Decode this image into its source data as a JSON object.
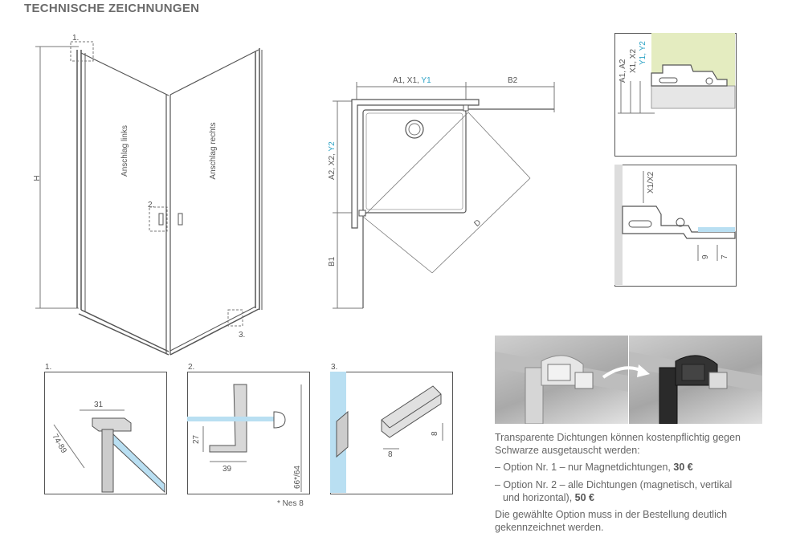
{
  "header": {
    "title": "TECHNISCHE ZEICHNUNGEN"
  },
  "front_view": {
    "callout_1": "1.",
    "callout_2": "2.",
    "callout_3": "3.",
    "height_label": "H",
    "door_left": "Anschlag links",
    "door_right": "Anschlag rechts"
  },
  "plan_view": {
    "dim_top_a": "A1, X1, ",
    "dim_top_a_accent": "Y1",
    "dim_top_b": "B2",
    "dim_left_a": "A2, X2, ",
    "dim_left_a_accent": "Y2",
    "dim_left_b": "B1",
    "diagonal": "D"
  },
  "detail_top": {
    "label": "A1, A2",
    "label_2": "X1, X2",
    "label_accent": "Y1, Y2"
  },
  "detail_mid": {
    "label": "X1/X2",
    "dim_9": "9",
    "dim_7": "7"
  },
  "details": {
    "d1": {
      "num": "1.",
      "dim_31": "31",
      "dim_range": "74-89"
    },
    "d2": {
      "num": "2.",
      "dim_27": "27",
      "dim_39": "39",
      "dim_side": "66*/64",
      "footnote": "* Nes 8"
    },
    "d3": {
      "num": "3.",
      "dim_8a": "8",
      "dim_8b": "8"
    }
  },
  "info": {
    "line1": "Transparente Dichtungen können kostenpflichtig gegen",
    "line2": "Schwarze ausgetauscht werden:",
    "opt1_text": "– Option Nr. 1 – nur Magnetdichtungen, ",
    "opt1_price": "30 €",
    "opt2_text_a": "– Option Nr. 2 – alle Dichtungen (magnetisch, vertikal",
    "opt2_text_b": "und horizontal), ",
    "opt2_price": "50 €",
    "final_a": "Die gewählte Option muss in der Bestellung deutlich",
    "final_b": "gekennzeichnet werden."
  },
  "colors": {
    "accent": "#2ea3c6",
    "line": "#555555",
    "glass": "#b9dff2",
    "wall": "#e4ecc0"
  }
}
